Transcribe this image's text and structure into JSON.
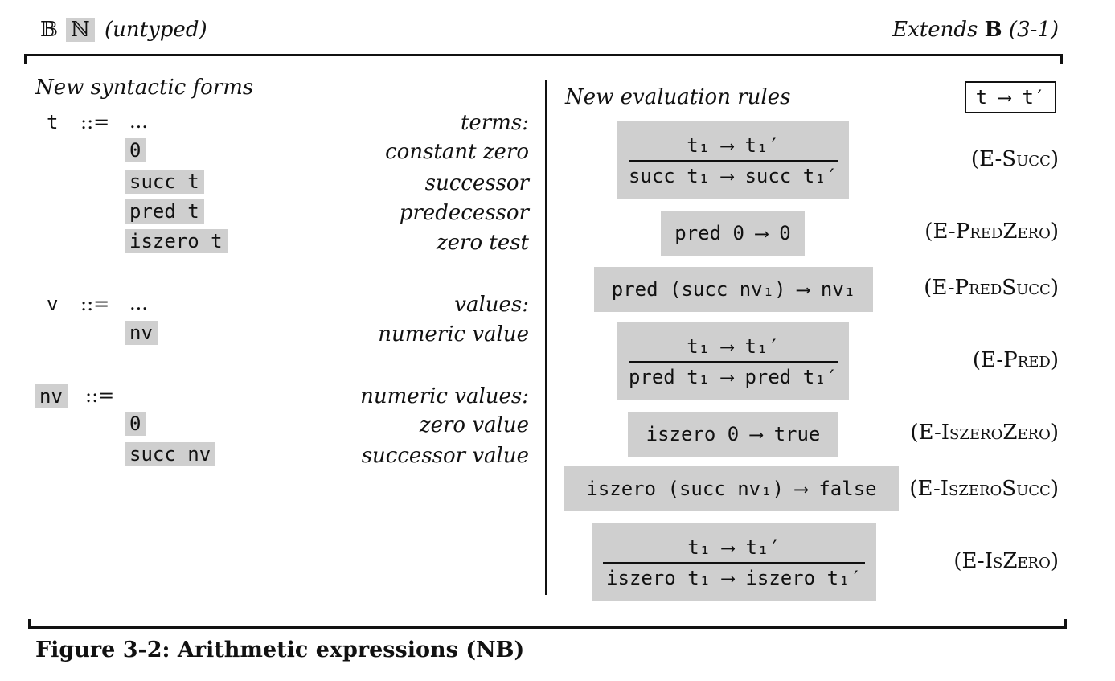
{
  "header": {
    "bool_symbol": "𝔹",
    "nat_symbol": "ℕ",
    "variant": "(untyped)",
    "extends_word": "Extends",
    "extends_target": "B",
    "extends_ref": "(3-1)"
  },
  "syntax": {
    "heading": "New syntactic forms",
    "rows": [
      {
        "nt": "t",
        "op": "::=",
        "form": "...",
        "desc": "terms:"
      },
      {
        "form": "0",
        "desc": "constant zero"
      },
      {
        "form": "succ t",
        "desc": "successor"
      },
      {
        "form": "pred t",
        "desc": "predecessor"
      },
      {
        "form": "iszero t",
        "desc": "zero test"
      },
      {
        "nt": "v",
        "op": "::=",
        "form": "...",
        "desc": "values:"
      },
      {
        "form": "nv",
        "desc": "numeric value"
      },
      {
        "nt": "nv",
        "op": "::=",
        "form": "",
        "desc": "numeric values:"
      },
      {
        "form": "0",
        "desc": "zero value"
      },
      {
        "form": "succ nv",
        "desc": "successor value"
      }
    ]
  },
  "evaluation": {
    "heading": "New evaluation rules",
    "judgment": "t ⟶ t′",
    "rules": [
      {
        "name": "E-Succ",
        "premise": "t₁ ⟶ t₁′",
        "conclusion": "succ t₁ ⟶ succ t₁′"
      },
      {
        "name": "E-PredZero",
        "conclusion": "pred 0 ⟶ 0"
      },
      {
        "name": "E-PredSucc",
        "conclusion": "pred (succ nv₁) ⟶ nv₁"
      },
      {
        "name": "E-Pred",
        "premise": "t₁ ⟶ t₁′",
        "conclusion": "pred t₁ ⟶ pred t₁′"
      },
      {
        "name": "E-IszeroZero",
        "conclusion": "iszero 0 ⟶ true"
      },
      {
        "name": "E-IszeroSucc",
        "conclusion": "iszero (succ nv₁) ⟶ false"
      },
      {
        "name": "E-IsZero",
        "premise": "t₁ ⟶ t₁′",
        "conclusion": "iszero t₁ ⟶ iszero t₁′"
      }
    ]
  },
  "caption": "Figure 3-2: Arithmetic expressions (NB)"
}
